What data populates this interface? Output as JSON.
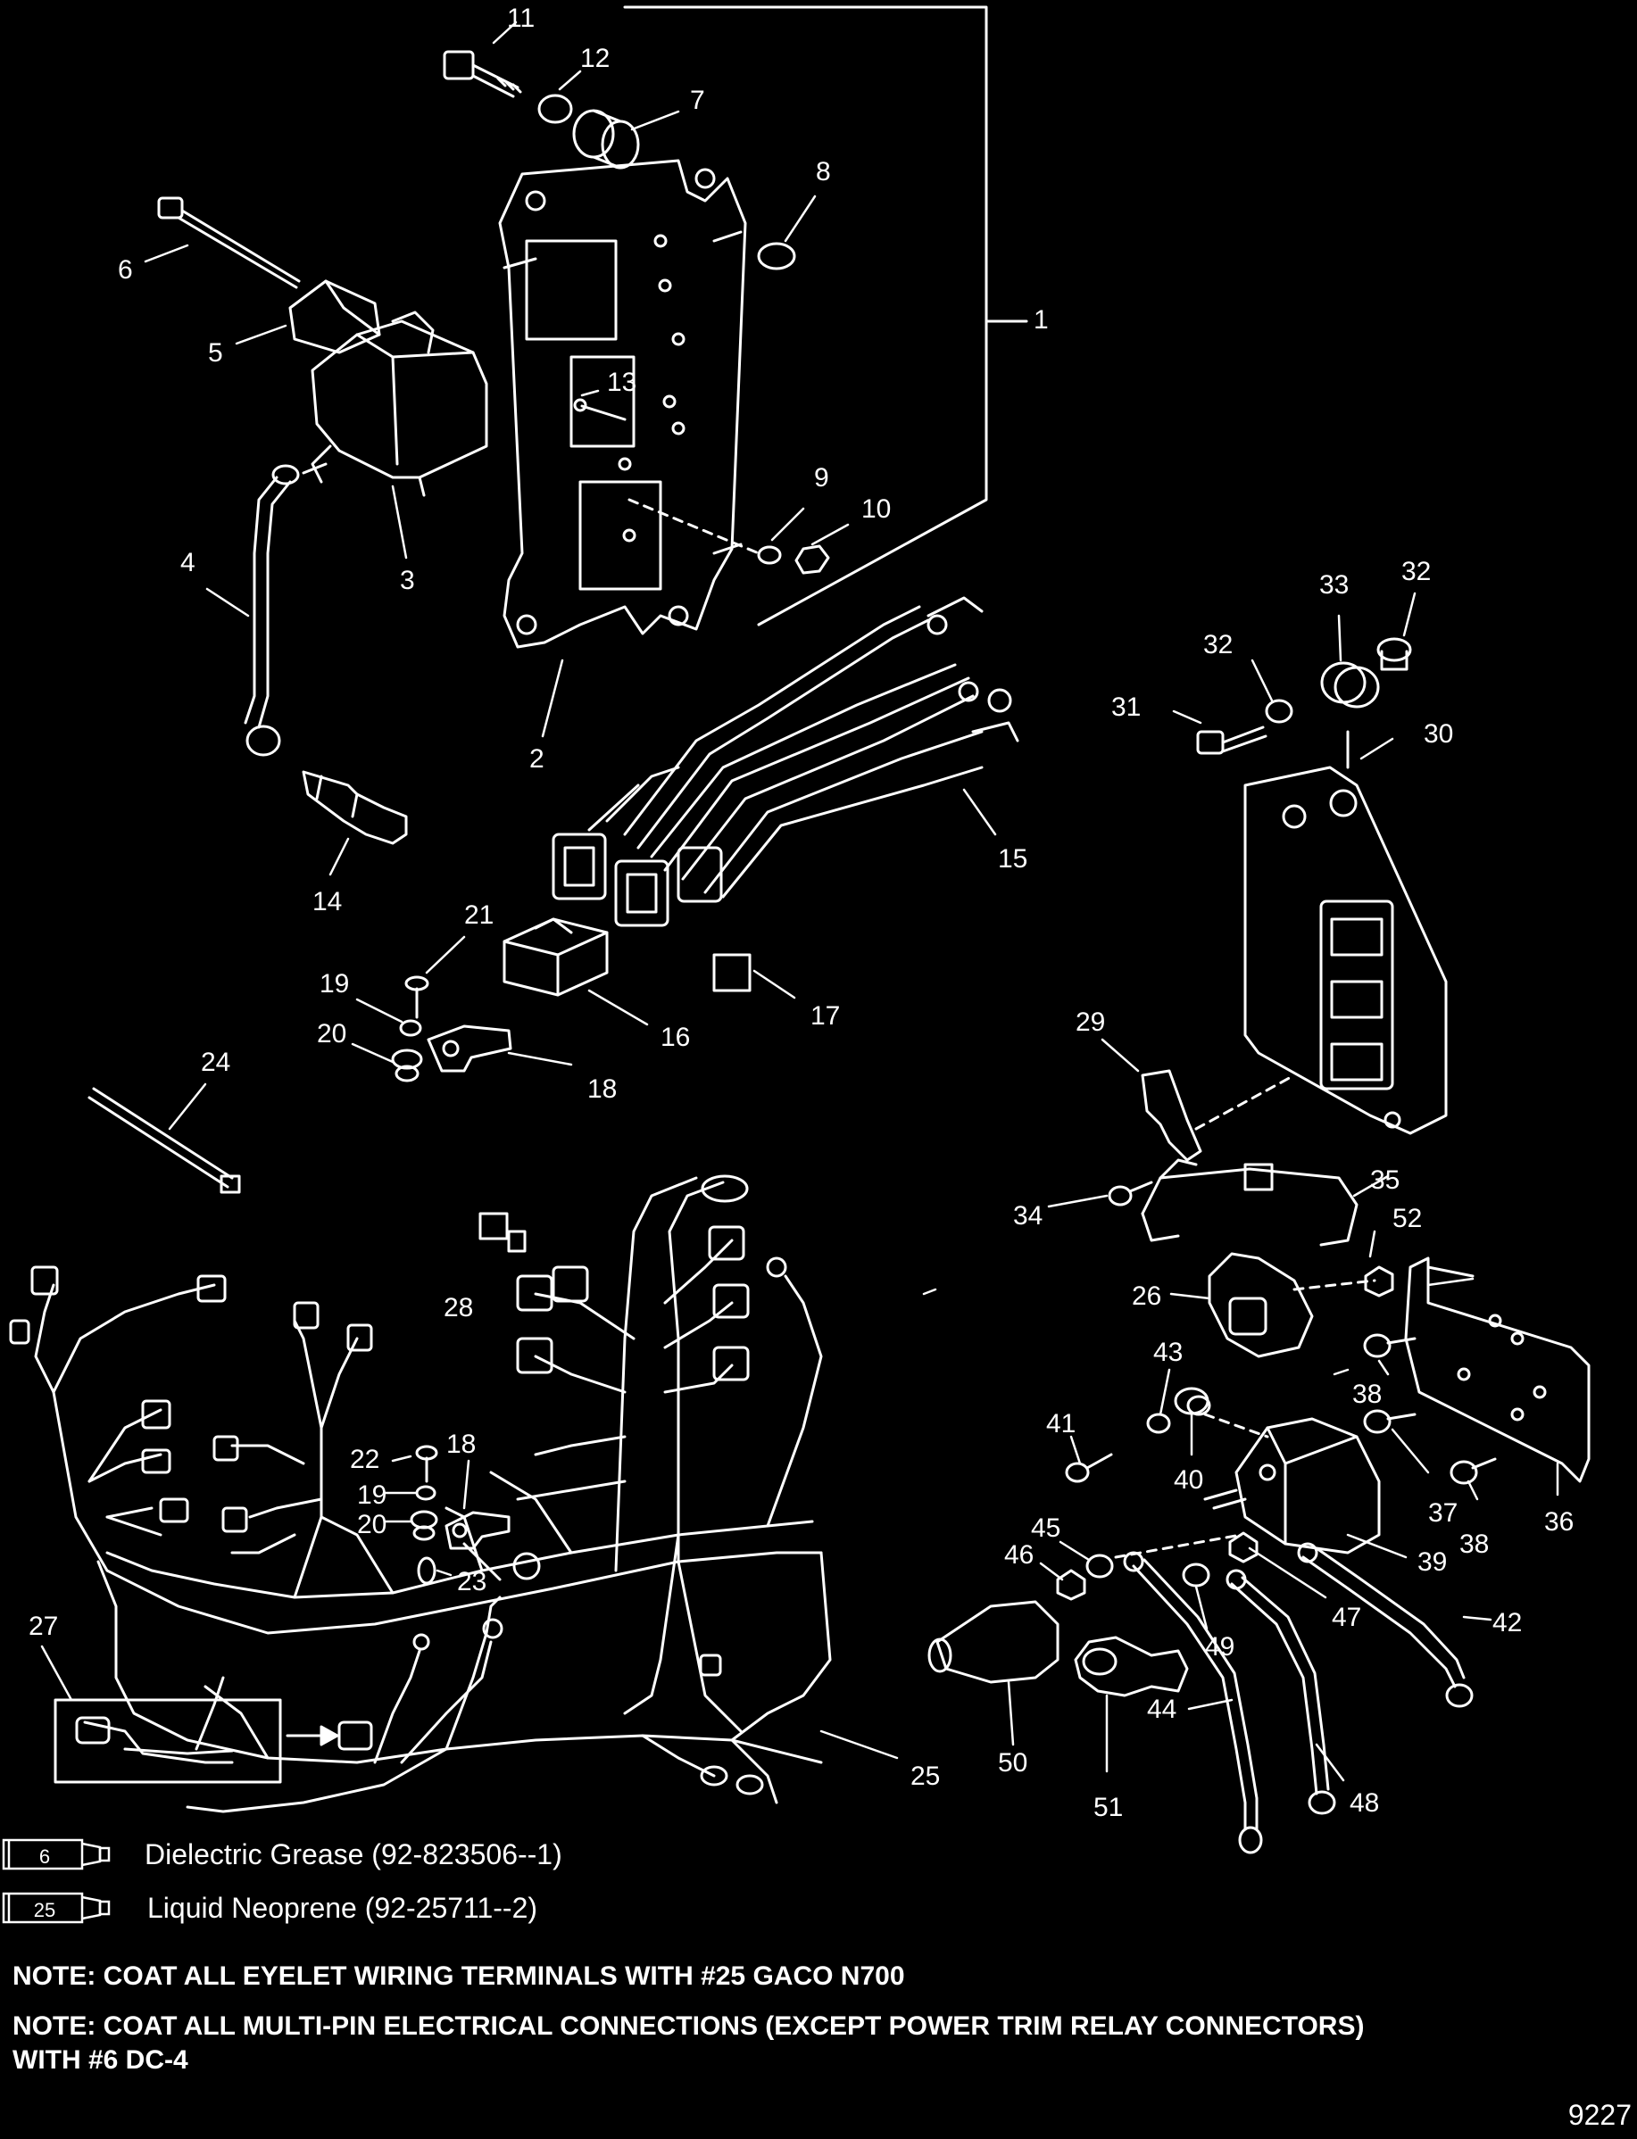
{
  "callouts": [
    "1",
    "2",
    "3",
    "4",
    "5",
    "6",
    "7",
    "8",
    "9",
    "10",
    "11",
    "12",
    "13",
    "14",
    "15",
    "16",
    "17",
    "18",
    "18",
    "19",
    "19",
    "20",
    "20",
    "21",
    "22",
    "23",
    "24",
    "25",
    "26",
    "27",
    "28",
    "29",
    "30",
    "31",
    "32",
    "32",
    "33",
    "34",
    "35",
    "36",
    "37",
    "38",
    "38",
    "39",
    "40",
    "41",
    "42",
    "43",
    "44",
    "45",
    "46",
    "47",
    "48",
    "49",
    "50",
    "51",
    "52"
  ],
  "legend": {
    "grease": {
      "tube_number": "6",
      "label": "Dielectric Grease (92-823506--1)"
    },
    "neoprene": {
      "tube_number": "25",
      "label": "Liquid Neoprene (92-25711--2)"
    }
  },
  "notes": {
    "note1": "NOTE: COAT ALL EYELET WIRING TERMINALS WITH #25 GACO N700",
    "note2_line1": "NOTE: COAT ALL MULTI-PIN ELECTRICAL CONNECTIONS (EXCEPT POWER TRIM RELAY CONNECTORS)",
    "note2_line2": "WITH #6 DC-4"
  },
  "figure_id": "9227",
  "colors": {
    "background": "#000000",
    "line": "#ffffff"
  }
}
